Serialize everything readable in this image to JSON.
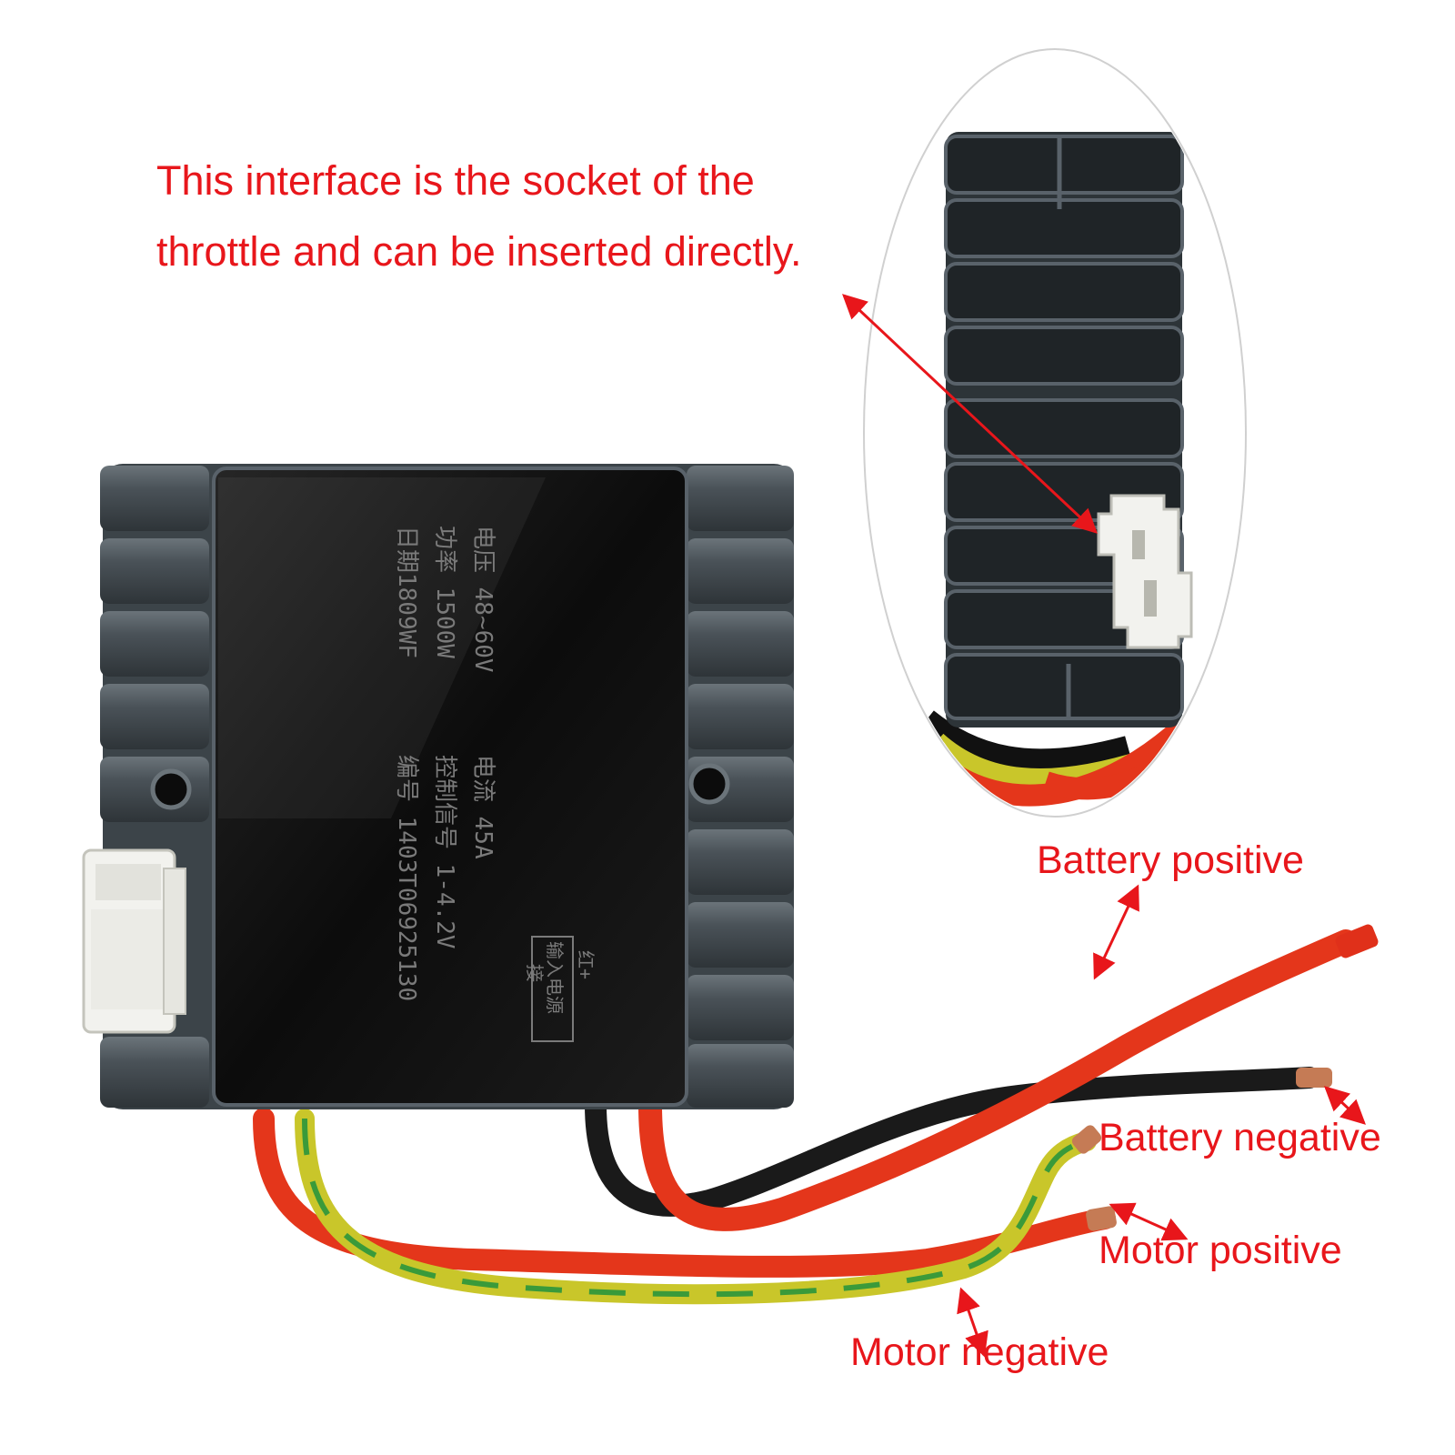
{
  "annotations": {
    "interface_line1": "This interface is the socket of the",
    "interface_line2": "throttle and can be inserted directly.",
    "battery_positive": "Battery positive",
    "battery_negative": "Battery negative",
    "motor_positive": "Motor positive",
    "motor_negative": "Motor negative"
  },
  "device_label": {
    "voltage": "电压 48~60V",
    "power": "功率 1500W",
    "date": "日期1809WF",
    "current": "电流 45A",
    "control_signal": "控制信号 1-4.2V",
    "serial": "编号 1403T06925130",
    "input_power": "输入电源",
    "connect": "接",
    "red_plus": "红+"
  },
  "colors": {
    "annotation_red": "#e8161b",
    "heatsink_gray": "#4a5258",
    "body_black": "#121212",
    "wire_red": "#e4361b",
    "wire_black": "#1a1a1a",
    "wire_yellow_green": "#c9c62a",
    "connector_white": "#f2f2ee"
  }
}
